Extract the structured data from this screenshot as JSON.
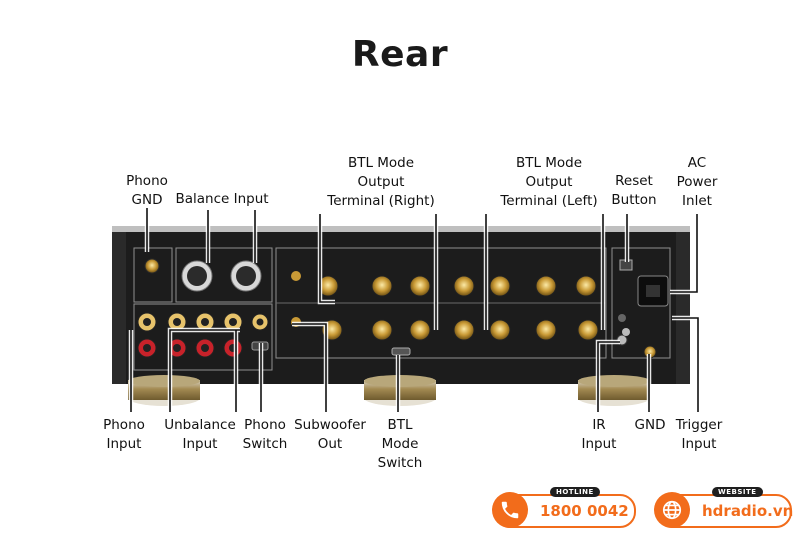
{
  "title": "Rear",
  "labels": {
    "phono_gnd": [
      "Phono",
      "GND"
    ],
    "balance_input": [
      "Balance Input"
    ],
    "btl_right": [
      "BTL Mode",
      "Output",
      "Terminal (Right)"
    ],
    "btl_left": [
      "BTL Mode",
      "Output",
      "Terminal (Left)"
    ],
    "reset_button": [
      "Reset",
      "Button"
    ],
    "ac_power_inlet": [
      "AC",
      "Power",
      "Inlet"
    ],
    "phono_input": [
      "Phono",
      "Input"
    ],
    "unbalance_input": [
      "Unbalance",
      "Input"
    ],
    "phono_switch": [
      "Phono",
      "Switch"
    ],
    "subwoofer_out": [
      "Subwoofer",
      "Out"
    ],
    "btl_mode_switch": [
      "BTL",
      "Mode",
      "Switch"
    ],
    "ir_input": [
      "IR",
      "Input"
    ],
    "gnd": [
      "GND"
    ],
    "trigger_input": [
      "Trigger",
      "Input"
    ]
  },
  "contact": {
    "hotline_tag": "HOTLINE",
    "hotline_number": "1800 0042",
    "website_tag": "WEBSITE",
    "website_url": "hdradio.vn",
    "phone_icon": "phone-icon",
    "globe_icon": "globe-icon",
    "accent_color": "#f26c1b"
  }
}
